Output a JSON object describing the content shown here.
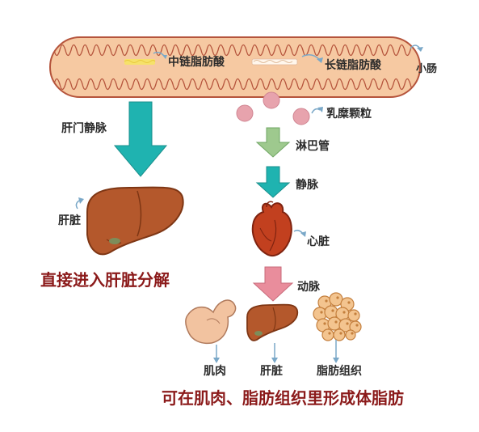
{
  "labels": {
    "mct": "中链脂肪酸",
    "lct": "长链脂肪酸",
    "small_intestine": "小肠",
    "portal_vein": "肝门静脉",
    "chylomicron": "乳糜颗粒",
    "lymph": "淋巴管",
    "vein": "静脉",
    "heart": "心脏",
    "artery": "动脉",
    "liver_left": "肝脏",
    "muscle": "肌肉",
    "liver_bottom": "肝脏",
    "adipose": "脂肪组织"
  },
  "captions": {
    "left": "直接进入肝脏分解",
    "bottom": "可在肌肉、脂肪组织里形成体脂肪"
  },
  "colors": {
    "intestine_fill": "#f6c9a2",
    "intestine_stroke": "#b5543c",
    "liver": "#b4582c",
    "heart": "#c2401f",
    "teal_arrow": "#1fb3b0",
    "green_arrow": "#9ec98e",
    "pink_arrow": "#e98d9c",
    "caption": "#8b1a1a",
    "chylomicron": "#e7a3ad",
    "muscle": "#f2c3a0",
    "fat_cell": "#f3c48f"
  }
}
